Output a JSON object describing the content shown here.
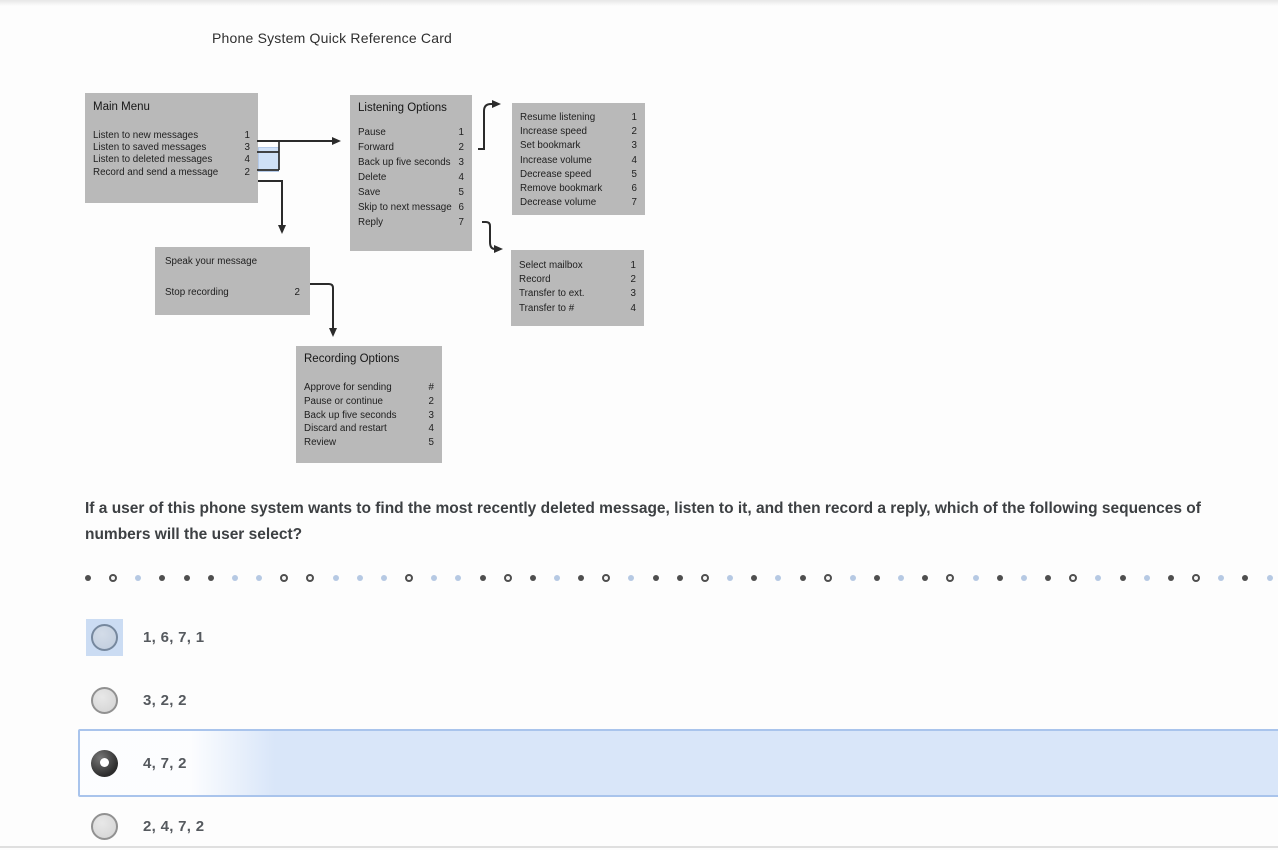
{
  "page": {
    "title": "Phone System Quick Reference Card"
  },
  "diagram": {
    "main_menu": {
      "title": "Main Menu",
      "items": [
        {
          "label": "Listen to new messages",
          "key": "1"
        },
        {
          "label": "Listen to saved messages",
          "key": "3"
        },
        {
          "label": "Listen to deleted messages",
          "key": "4"
        },
        {
          "label": "Record and send a message",
          "key": "2"
        }
      ]
    },
    "listening_options": {
      "title": "Listening Options",
      "items": [
        {
          "label": "Pause",
          "key": "1"
        },
        {
          "label": "Forward",
          "key": "2"
        },
        {
          "label": "Back up five seconds",
          "key": "3"
        },
        {
          "label": "Delete",
          "key": "4"
        },
        {
          "label": "Save",
          "key": "5"
        },
        {
          "label": "Skip to next message",
          "key": "6"
        },
        {
          "label": "Reply",
          "key": "7"
        }
      ]
    },
    "listening_submenu": {
      "items": [
        {
          "label": "Resume listening",
          "key": "1"
        },
        {
          "label": "Increase speed",
          "key": "2"
        },
        {
          "label": "Set bookmark",
          "key": "3"
        },
        {
          "label": "Increase volume",
          "key": "4"
        },
        {
          "label": "Decrease speed",
          "key": "5"
        },
        {
          "label": "Remove bookmark",
          "key": "6"
        },
        {
          "label": "Decrease volume",
          "key": "7"
        }
      ]
    },
    "reply_submenu": {
      "items": [
        {
          "label": "Select mailbox",
          "key": "1"
        },
        {
          "label": "Record",
          "key": "2"
        },
        {
          "label": "Transfer to ext.",
          "key": "3"
        },
        {
          "label": "Transfer to #",
          "key": "4"
        }
      ]
    },
    "speak_message": {
      "items": [
        {
          "label": "Speak your message",
          "key": ""
        },
        {
          "label": "Stop recording",
          "key": "2"
        }
      ]
    },
    "recording_options": {
      "title": "Recording Options",
      "items": [
        {
          "label": "Approve for sending",
          "key": "#"
        },
        {
          "label": "Pause or continue",
          "key": "2"
        },
        {
          "label": "Back up five seconds",
          "key": "3"
        },
        {
          "label": "Discard and restart",
          "key": "4"
        },
        {
          "label": "Review",
          "key": "5"
        }
      ]
    }
  },
  "question": {
    "text": "If a user of this phone system wants to find the most recently deleted message, listen to it, and then record a reply, which of the following sequences of numbers will the user select?"
  },
  "separator": {
    "dots": [
      "dark",
      "ring",
      "blue",
      "dark",
      "dark",
      "dark",
      "blue",
      "blue",
      "ring",
      "ring",
      "blue",
      "blue",
      "blue",
      "ring",
      "blue",
      "blue",
      "dark",
      "ring",
      "dark",
      "blue",
      "dark",
      "ring",
      "blue",
      "dark",
      "dark",
      "ring",
      "blue",
      "dark",
      "blue",
      "dark",
      "ring",
      "blue",
      "dark",
      "blue",
      "dark",
      "ring",
      "blue",
      "dark",
      "blue",
      "dark",
      "ring",
      "blue",
      "dark",
      "blue",
      "dark",
      "ring",
      "blue",
      "dark",
      "blue"
    ]
  },
  "options": [
    {
      "label": "1, 6, 7, 1",
      "state": "focused",
      "selected": false
    },
    {
      "label": "3, 2, 2",
      "state": "normal",
      "selected": false
    },
    {
      "label": "4, 7, 2",
      "state": "selected",
      "selected": true
    },
    {
      "label": "2, 4, 7, 2",
      "state": "normal",
      "selected": false
    }
  ],
  "colors": {
    "box_bg": "#b9b9b9",
    "cursor_highlight": "#cfe0f6",
    "selected_row_bg": "#d9e6f9",
    "selected_row_border": "#a9c4ec",
    "dot_dark": "#4f4f4f",
    "dot_blue": "#b6c9e3"
  }
}
